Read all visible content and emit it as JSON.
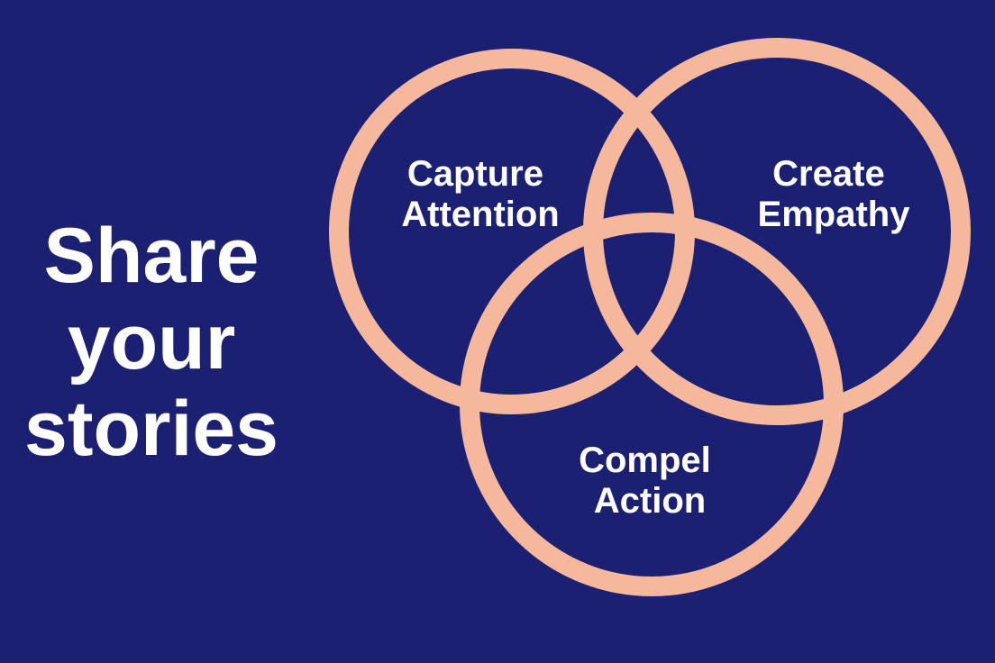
{
  "heading": {
    "lines": [
      "Share",
      "your",
      "stories"
    ]
  },
  "venn": {
    "sets": [
      {
        "lines": [
          "Capture",
          "Attention"
        ]
      },
      {
        "lines": [
          "Create",
          "Empathy"
        ]
      },
      {
        "lines": [
          "Compel",
          "Action"
        ]
      }
    ]
  },
  "colors": {
    "background": "#1b2073",
    "ring": "#f5b89c",
    "text": "#ffffff"
  }
}
